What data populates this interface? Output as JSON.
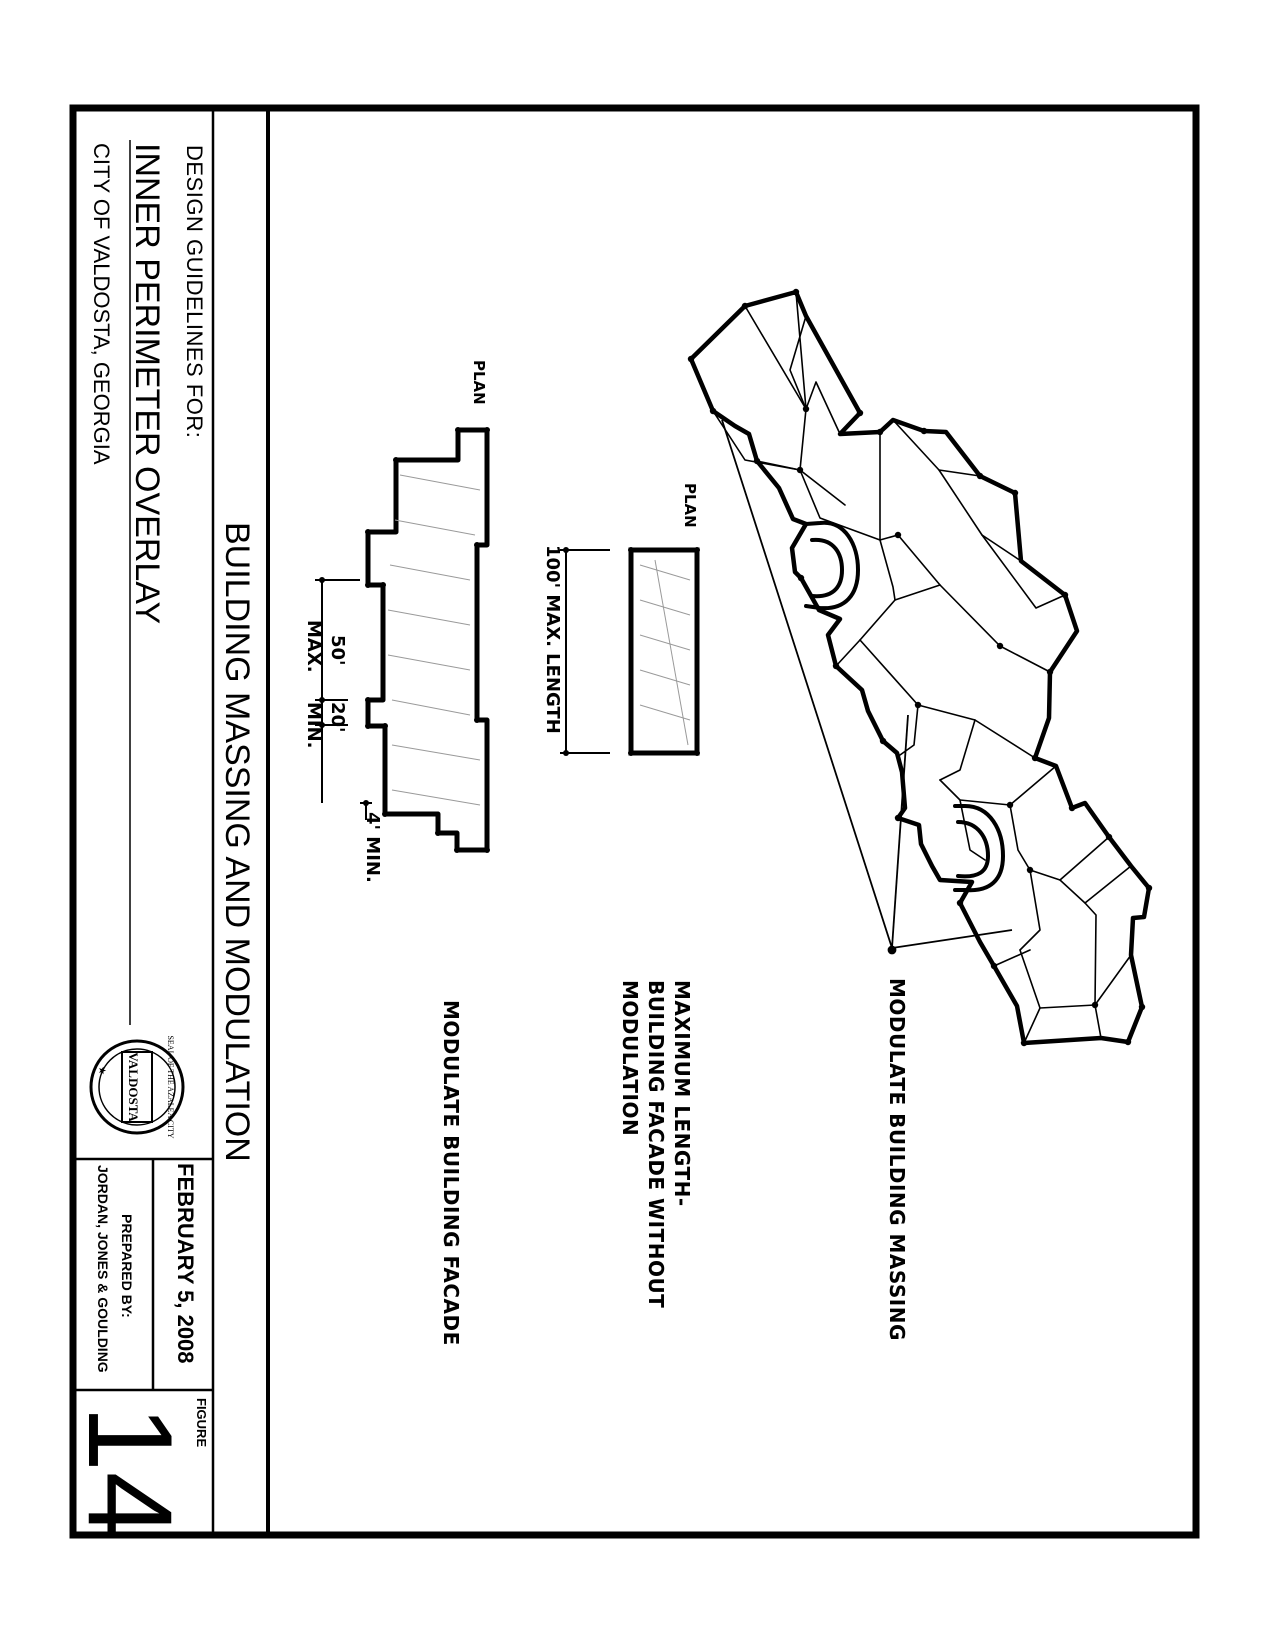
{
  "title_block": {
    "heading": "DESIGN GUIDELINES FOR:",
    "title": "INNER PERIMETER OVERLAY",
    "city": "CITY OF VALDOSTA, GEORGIA",
    "sheet_title": "BUILDING MASSING AND MODULATION",
    "date": "FEBRUARY 5, 2008",
    "prepared_by_label": "PREPARED BY:",
    "prepared_by": "JORDAN, JONES & GOULDING",
    "figure_label": "FIGURE",
    "figure_number": "14"
  },
  "seal": {
    "name": "VALDOSTA",
    "outer_text": "SEAL OF THE AZALEA CITY"
  },
  "annotations": {
    "modulate_massing": "MODULATE BUILDING MASSING",
    "max_length": "MAXIMUM LENGTH-\nBUILDING FACADE WITHOUT\nMODULATION",
    "modulate_facade": "MODULATE BUILDING FACADE"
  },
  "plans": {
    "plan_label": "PLAN",
    "max_length_dim": "100' MAX. LENGTH",
    "dim_50": "50'",
    "dim_max": "MAX.",
    "dim_20": "20'",
    "dim_min": "MIN.",
    "dim_4": "4' MIN."
  },
  "colors": {
    "ink": "#000000",
    "paper": "#ffffff",
    "hatch": "#9a9a9a"
  }
}
